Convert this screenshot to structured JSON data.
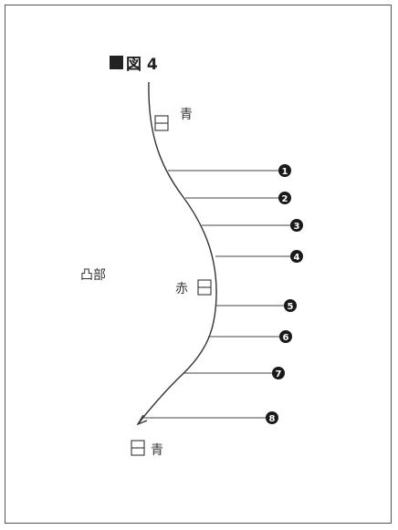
{
  "figure": {
    "title": "図 4",
    "side_label": "凸部",
    "top_label": "青",
    "middle_label": "赤",
    "bottom_label": "青",
    "stroke_color": "#333333"
  },
  "markers": [
    {
      "label": "1"
    },
    {
      "label": "2"
    },
    {
      "label": "3"
    },
    {
      "label": "4"
    },
    {
      "label": "5"
    },
    {
      "label": "6"
    },
    {
      "label": "7"
    },
    {
      "label": "8"
    }
  ]
}
